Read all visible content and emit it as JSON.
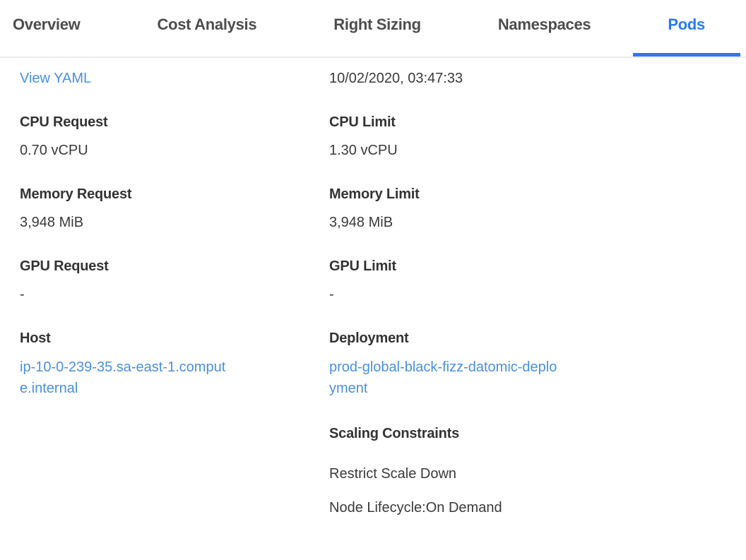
{
  "colors": {
    "accent_blue": "#2b7af0",
    "link_blue": "#4a90e2",
    "tab_text": "#4d4d4d",
    "body_text": "#3a3a3a",
    "divider": "#ececec"
  },
  "tabs": {
    "active": "Pods",
    "items": [
      {
        "label": "Overview"
      },
      {
        "label": "Cost Analysis"
      },
      {
        "label": "Right Sizing"
      },
      {
        "label": "Namespaces"
      },
      {
        "label": "Pods"
      }
    ]
  },
  "detail": {
    "view_yaml": "View YAML",
    "timestamp": "10/02/2020, 03:47:33",
    "left_fields": [
      {
        "label": "CPU Request",
        "value": "0.70 vCPU"
      },
      {
        "label": "Memory Request",
        "value": "3,948 MiB"
      },
      {
        "label": "GPU Request",
        "value": "-"
      },
      {
        "label": "Host",
        "value": "ip-10-0-239-35.sa-east-1.compute.internal"
      }
    ],
    "right_fields": [
      {
        "label": "CPU Limit",
        "value": "1.30 vCPU"
      },
      {
        "label": "Memory Limit",
        "value": "3,948 MiB"
      },
      {
        "label": "GPU Limit",
        "value": "-"
      },
      {
        "label": "Deployment",
        "value": "prod-global-black-fizz-datomic-deployment"
      }
    ],
    "scaling": {
      "title": "Scaling Constraints",
      "constraints": [
        "Restrict Scale Down",
        "Node Lifecycle:On Demand"
      ]
    }
  }
}
